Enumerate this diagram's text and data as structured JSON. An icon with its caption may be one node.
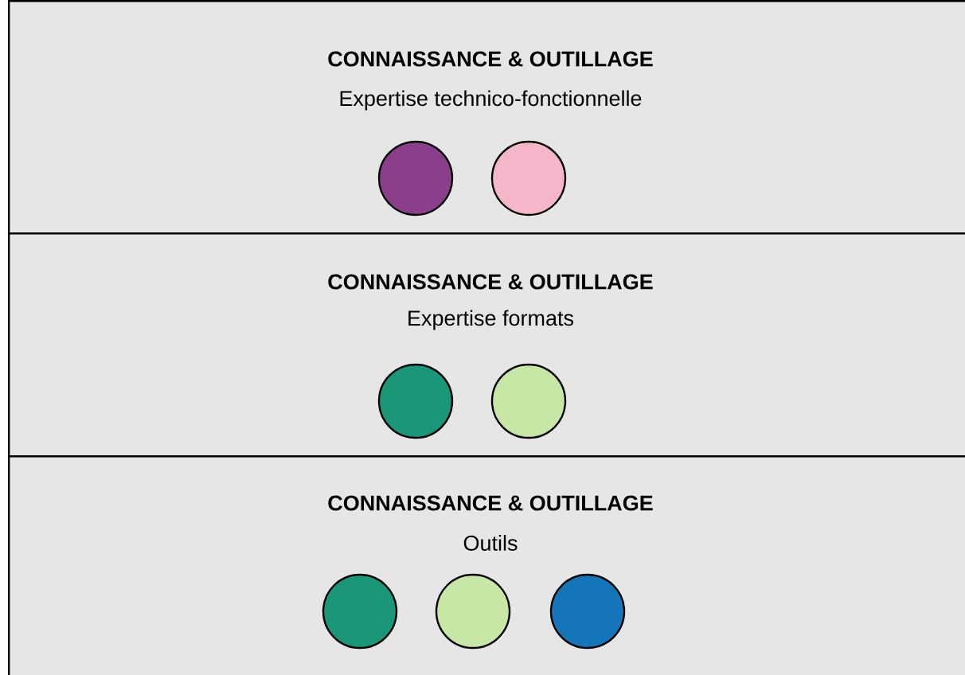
{
  "diagram": {
    "nodes": [
      {
        "text": [
          "CONNAISSANCE & OUTILLAGE",
          "Expertise technico-fonctionnelle"
        ]
      },
      {
        "text": [],
        "shape": "circle",
        "in": 0
      },
      {
        "text": [],
        "shape": "circle",
        "in": 0
      },
      {
        "text": [
          "CONNAISSANCE & OUTILLAGE",
          "Expertise formats"
        ]
      },
      {
        "text": [],
        "shape": "circle",
        "in": 3
      },
      {
        "text": [],
        "shape": "circle",
        "in": 3
      },
      {
        "text": [
          "CONNAISSANCE & OUTILLAGE",
          "Outils"
        ]
      },
      {
        "text": [],
        "shape": "circle",
        "in": 6
      },
      {
        "text": [],
        "shape": "circle",
        "in": 6
      },
      {
        "text": [],
        "shape": "circle",
        "in": 6
      }
    ]
  }
}
